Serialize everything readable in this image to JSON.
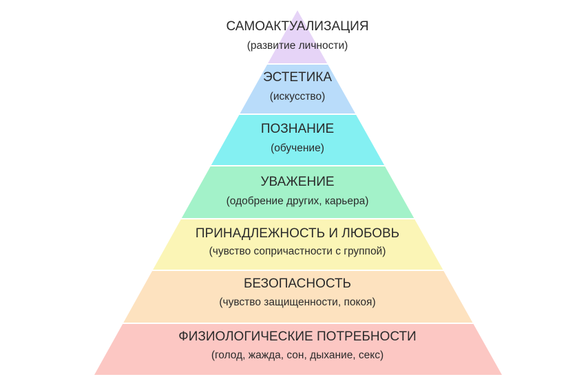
{
  "diagram": {
    "type": "pyramid",
    "tiers": [
      {
        "name": "САМОАКТУАЛИЗАЦИЯ",
        "description": "(развитие личности)",
        "color": "#e6d4f7"
      },
      {
        "name": "ЭСТЕТИКА",
        "description": "(искусство)",
        "color": "#b9dcfa"
      },
      {
        "name": "ПОЗНАНИЕ",
        "description": "(обучение)",
        "color": "#84f0f2"
      },
      {
        "name": "УВАЖЕНИЕ",
        "description": "(одобрение других, карьера)",
        "color": "#a3f2c9"
      },
      {
        "name": "ПРИНАДЛЕЖНОСТЬ И ЛЮБОВЬ",
        "description": "(чувство сопричастности с группой)",
        "color": "#fbf5b6"
      },
      {
        "name": "БЕЗОПАСНОСТЬ",
        "description": "(чувство защищенности, покоя)",
        "color": "#fde2bf"
      },
      {
        "name": "ФИЗИОЛОГИЧЕСКИЕ ПОТРЕБНОСТИ",
        "description": "(голод, жажда, сон, дыхание, секс)",
        "color": "#fcc7c3"
      }
    ]
  }
}
